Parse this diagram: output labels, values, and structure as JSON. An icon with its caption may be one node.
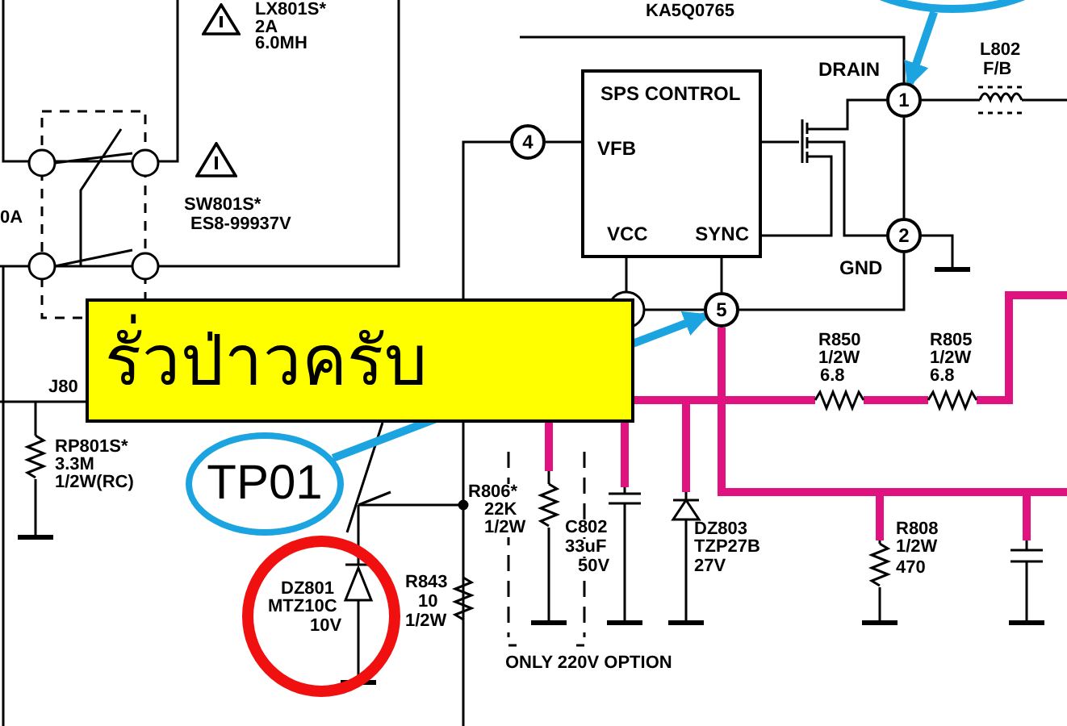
{
  "diagram": {
    "nodes": [
      {
        "text": [],
        "shape": "circle"
      },
      {
        "text": [
          "SPS CONTROL",
          "VFB",
          "VCC",
          "SYNC"
        ]
      },
      {
        "text": [
          "4"
        ]
      },
      {
        "text": [
          "1"
        ],
        "beside": [
          "DRAIN"
        ]
      },
      {
        "text": [
          "2"
        ],
        "beside": [
          "GND"
        ]
      },
      {
        "text": [
          "5"
        ]
      },
      {
        "text": [
          "รั่วป่าวครับ"
        ]
      },
      {
        "text": [
          "TP01"
        ]
      },
      {
        "text": [],
        "shape": "circle"
      }
    ],
    "edges": [
      {
        "from": 0,
        "to": 3,
        "arrow": "to",
        "style": "thick",
        "color": "#1ca4e0"
      },
      {
        "from": 7,
        "to": 5,
        "arrow": "to",
        "style": "thick",
        "color": "#1ca4e0"
      },
      {
        "from": 2,
        "to": 1,
        "arrow": "none"
      },
      {
        "from": 1,
        "to": 5,
        "arrow": "none"
      },
      {
        "from": 3,
        "to": 4,
        "arrow": "none"
      },
      {
        "from": 5,
        "to": 4,
        "arrow": "none"
      }
    ],
    "labels": [
      "LX801S*",
      "2A",
      "6.0MH",
      "KA5Q0765",
      "L802",
      "F/B",
      "0A",
      "SW801S*",
      "ES8-99937V",
      "J80",
      "RP801S*",
      "3.3M",
      "1/2W(RC)",
      "R850",
      "1/2W",
      "6.8",
      "R805",
      "1/2W",
      "6.8",
      "R806*",
      "22K",
      "1/2W",
      "C802",
      "33uF",
      "50V",
      "DZ803",
      "TZP27B",
      "27V",
      "R808",
      "1/2W",
      "470",
      "DZ801",
      "MTZ10C",
      "10V",
      "R843",
      "10",
      "1/2W",
      "ONLY 220V OPTION"
    ]
  }
}
